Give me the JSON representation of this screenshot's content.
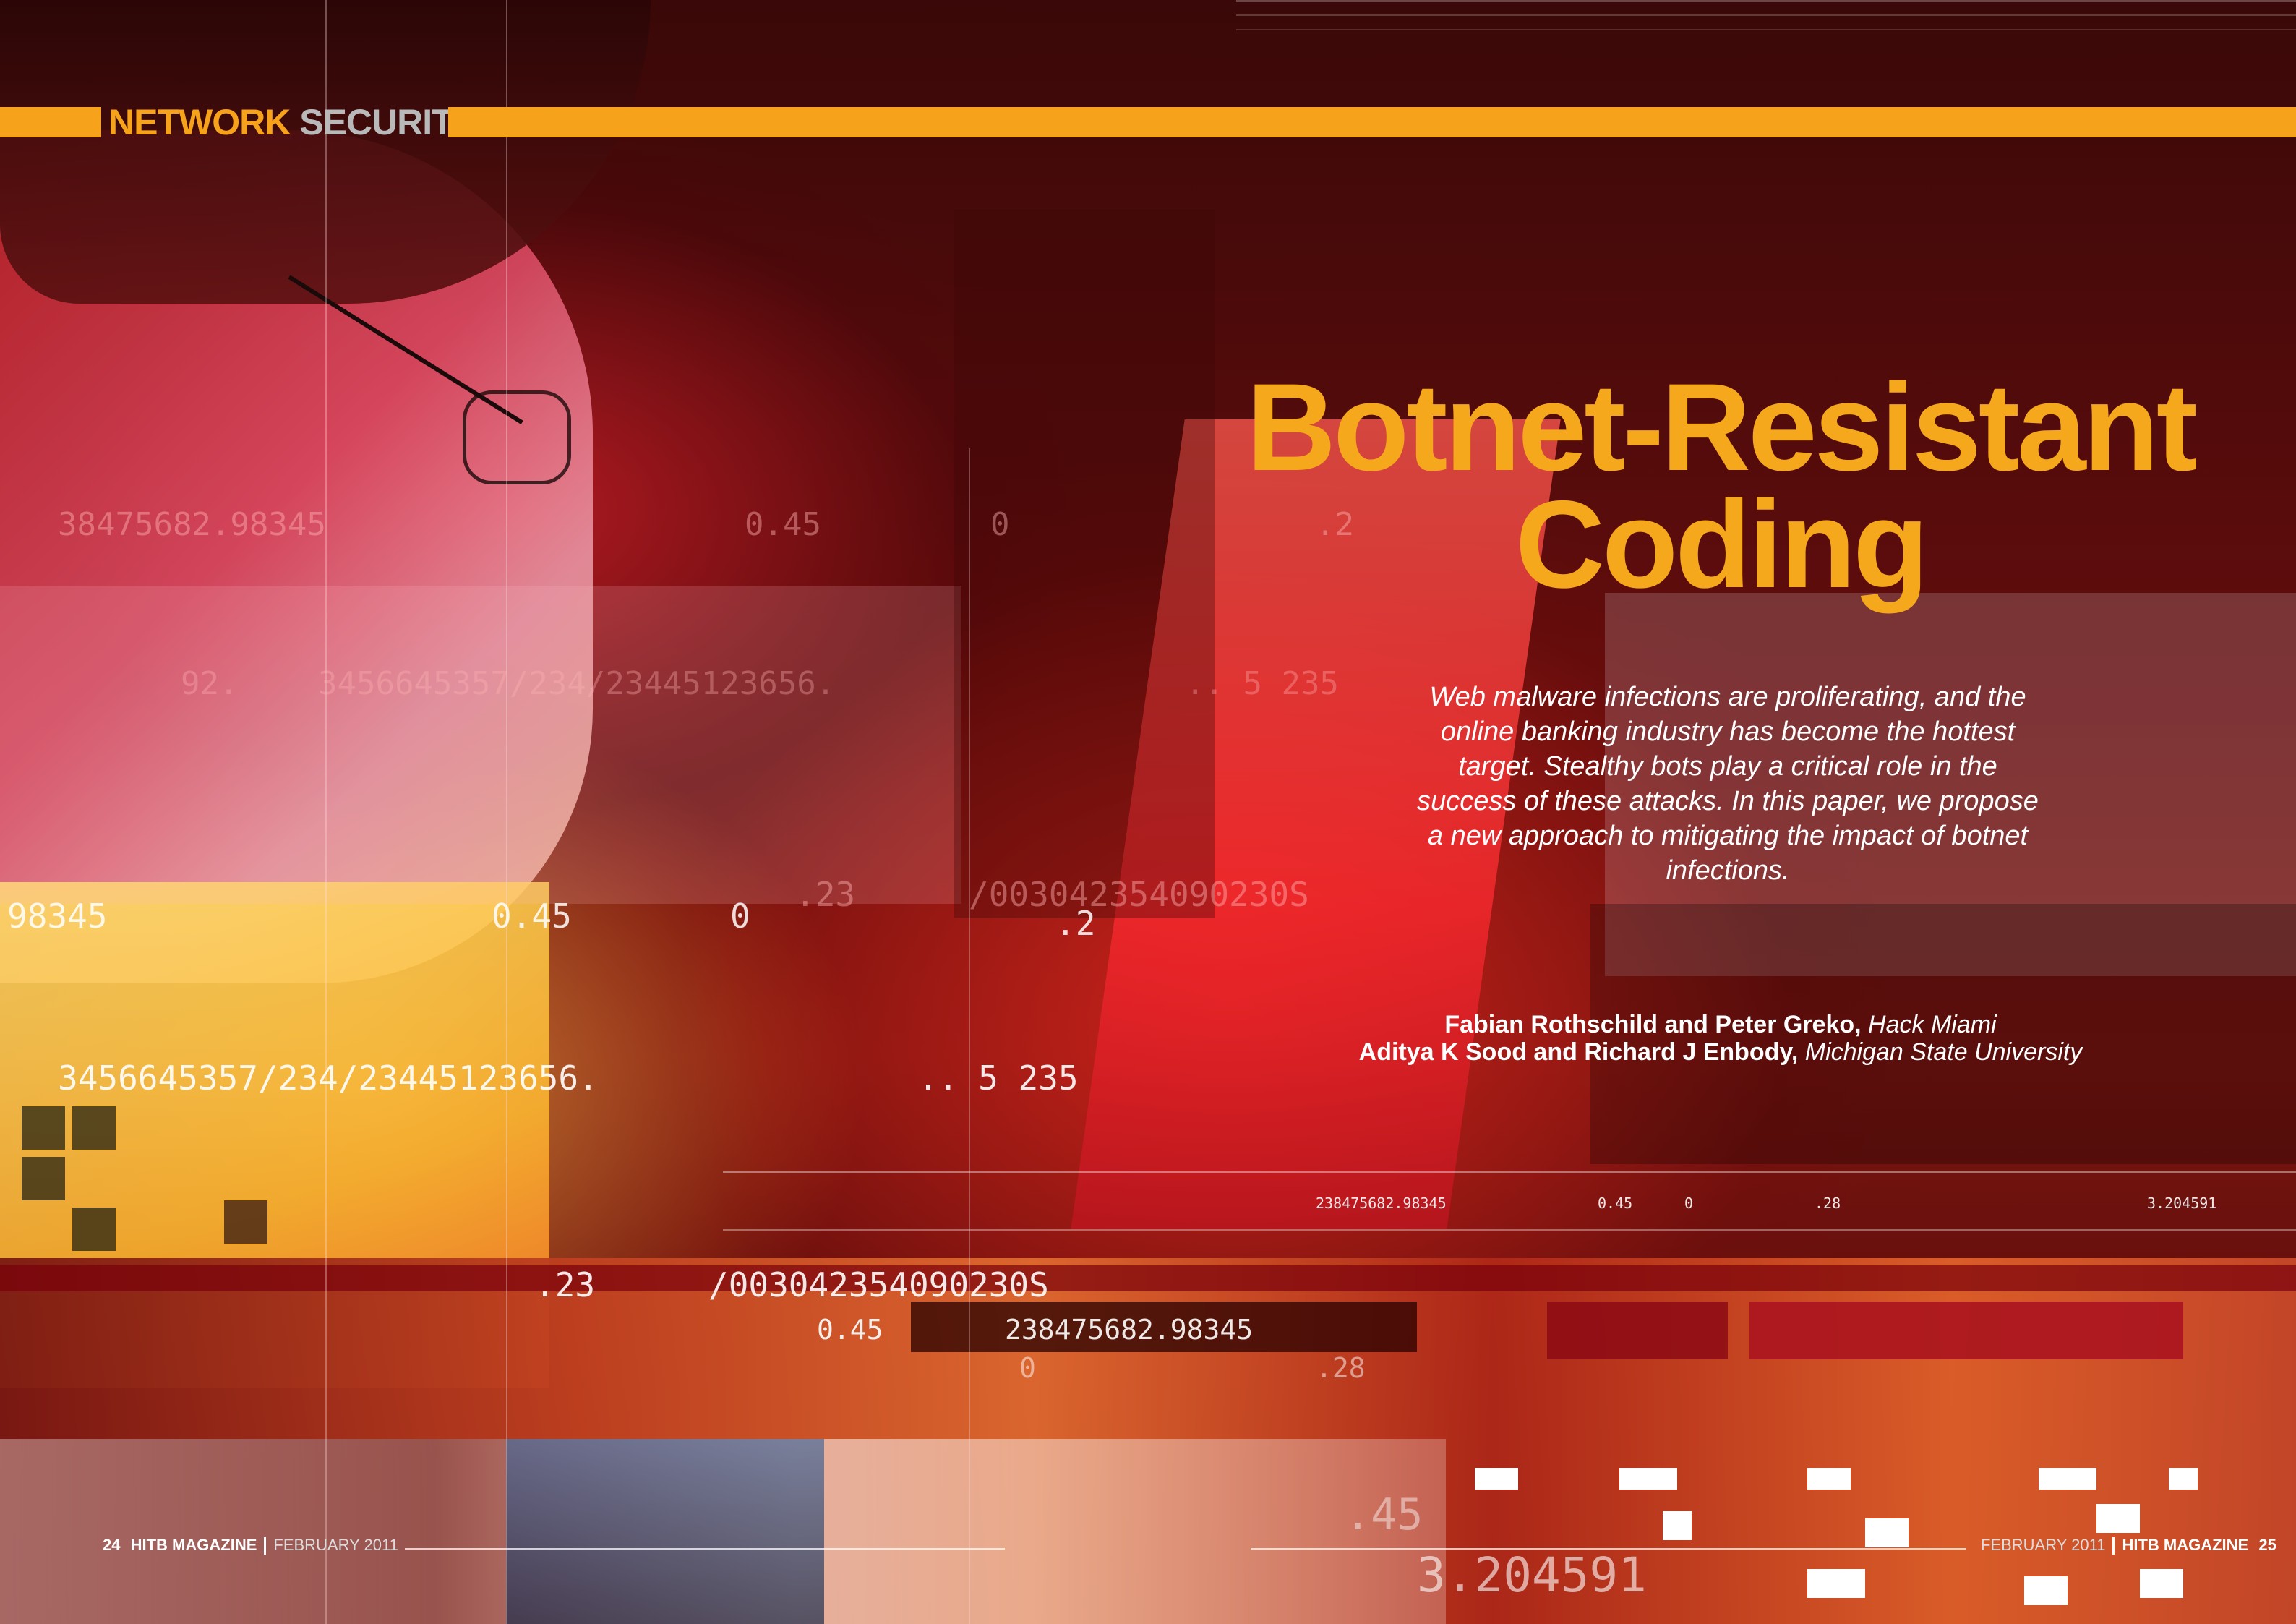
{
  "section": {
    "word1": "NETWORK",
    "word2": "SECURITY"
  },
  "article": {
    "title_line1": "Botnet-Resistant",
    "title_line2": "Coding",
    "standfirst": "Web malware infections are proliferating, and the online banking industry has become the hottest target. Stealthy bots play a critical role in the success of these attacks. In this paper, we propose a new approach to mitigating the impact of botnet infections.",
    "authors": [
      {
        "names": "Fabian Rothschild and Peter Greko,",
        "affiliation": "Hack Miami"
      },
      {
        "names": "Aditya K Sood and Richard J Enbody,",
        "affiliation": "Michigan State University"
      }
    ]
  },
  "folio_left": {
    "page": "24",
    "magazine": "HITB MAGAZINE",
    "date": "FEBRUARY 2011"
  },
  "folio_right": {
    "date": "FEBRUARY 2011",
    "magazine": "HITB MAGAZINE",
    "page": "25"
  },
  "photo_digits": [
    "38475682.98345",
    "0.45",
    "0",
    ".2",
    "92.",
    "3456645357/234/23445123656.",
    ".. 5 235",
    "98345",
    "0.45",
    "0",
    ".23",
    "/003042354090230S",
    ".2",
    "3456645357/234/23445123656.",
    ".. 5 235",
    "238475682.98345",
    "0.45",
    "0",
    ".28",
    "3.204591",
    ".23",
    "/003042354090230S",
    "238475682.98345",
    "0.45",
    "0",
    ".28",
    "3.204591",
    ".45"
  ],
  "colors": {
    "accent": "#f6a21a",
    "title": "#f6a81c",
    "section_grey": "#b9b9b9"
  }
}
